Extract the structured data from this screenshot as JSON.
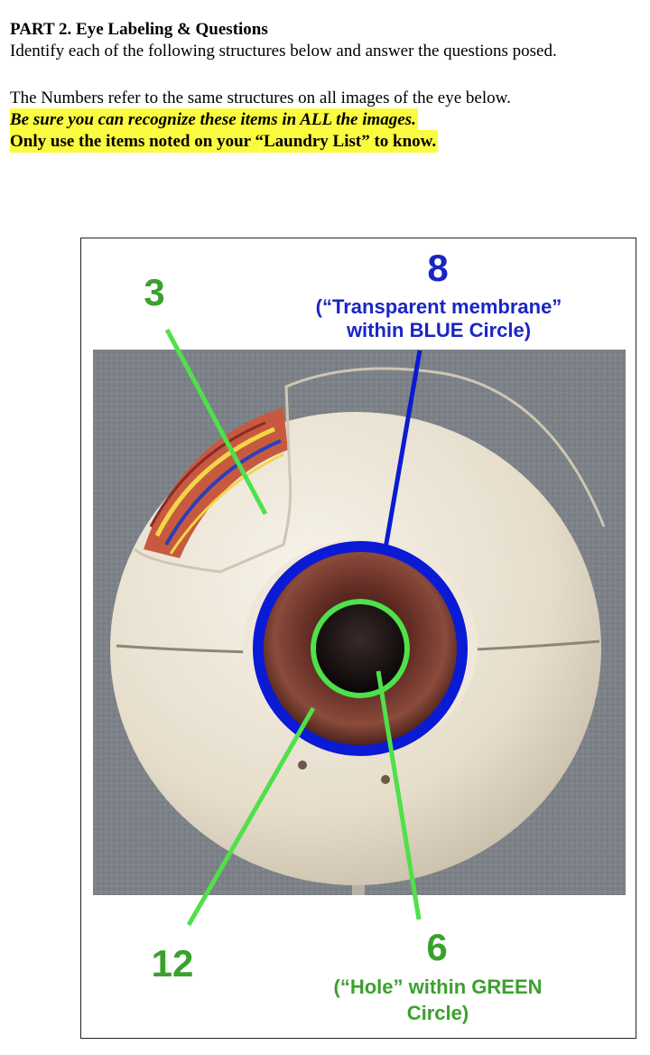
{
  "header": {
    "title": "PART 2.  Eye Labeling & Questions",
    "instructions": "Identify each of the following structures below and answer the questions posed.",
    "numbers_note": "The Numbers refer to the same structures on all images of the eye below.",
    "highlight_1": "Be sure you can recognize these items in ALL the images.",
    "highlight_2": "Only use the items noted on your “Laundry List” to know."
  },
  "figure": {
    "labels": {
      "label_3": "3",
      "label_8": "8",
      "label_8_note_line1": "(“Transparent membrane”",
      "label_8_note_line2": "within BLUE Circle)",
      "label_12": "12",
      "label_6": "6",
      "label_6_note_line1": "(“Hole” within GREEN",
      "label_6_note_line2": "Circle)"
    },
    "colors": {
      "green_marker": "#4fe04a",
      "green_text": "#3aa12c",
      "blue_marker": "#0b1ad4",
      "blue_text": "#1a25c4",
      "background_gray": "#7d8288",
      "eye_model": "#ebe4d4",
      "iris": "#7a3f32"
    }
  }
}
